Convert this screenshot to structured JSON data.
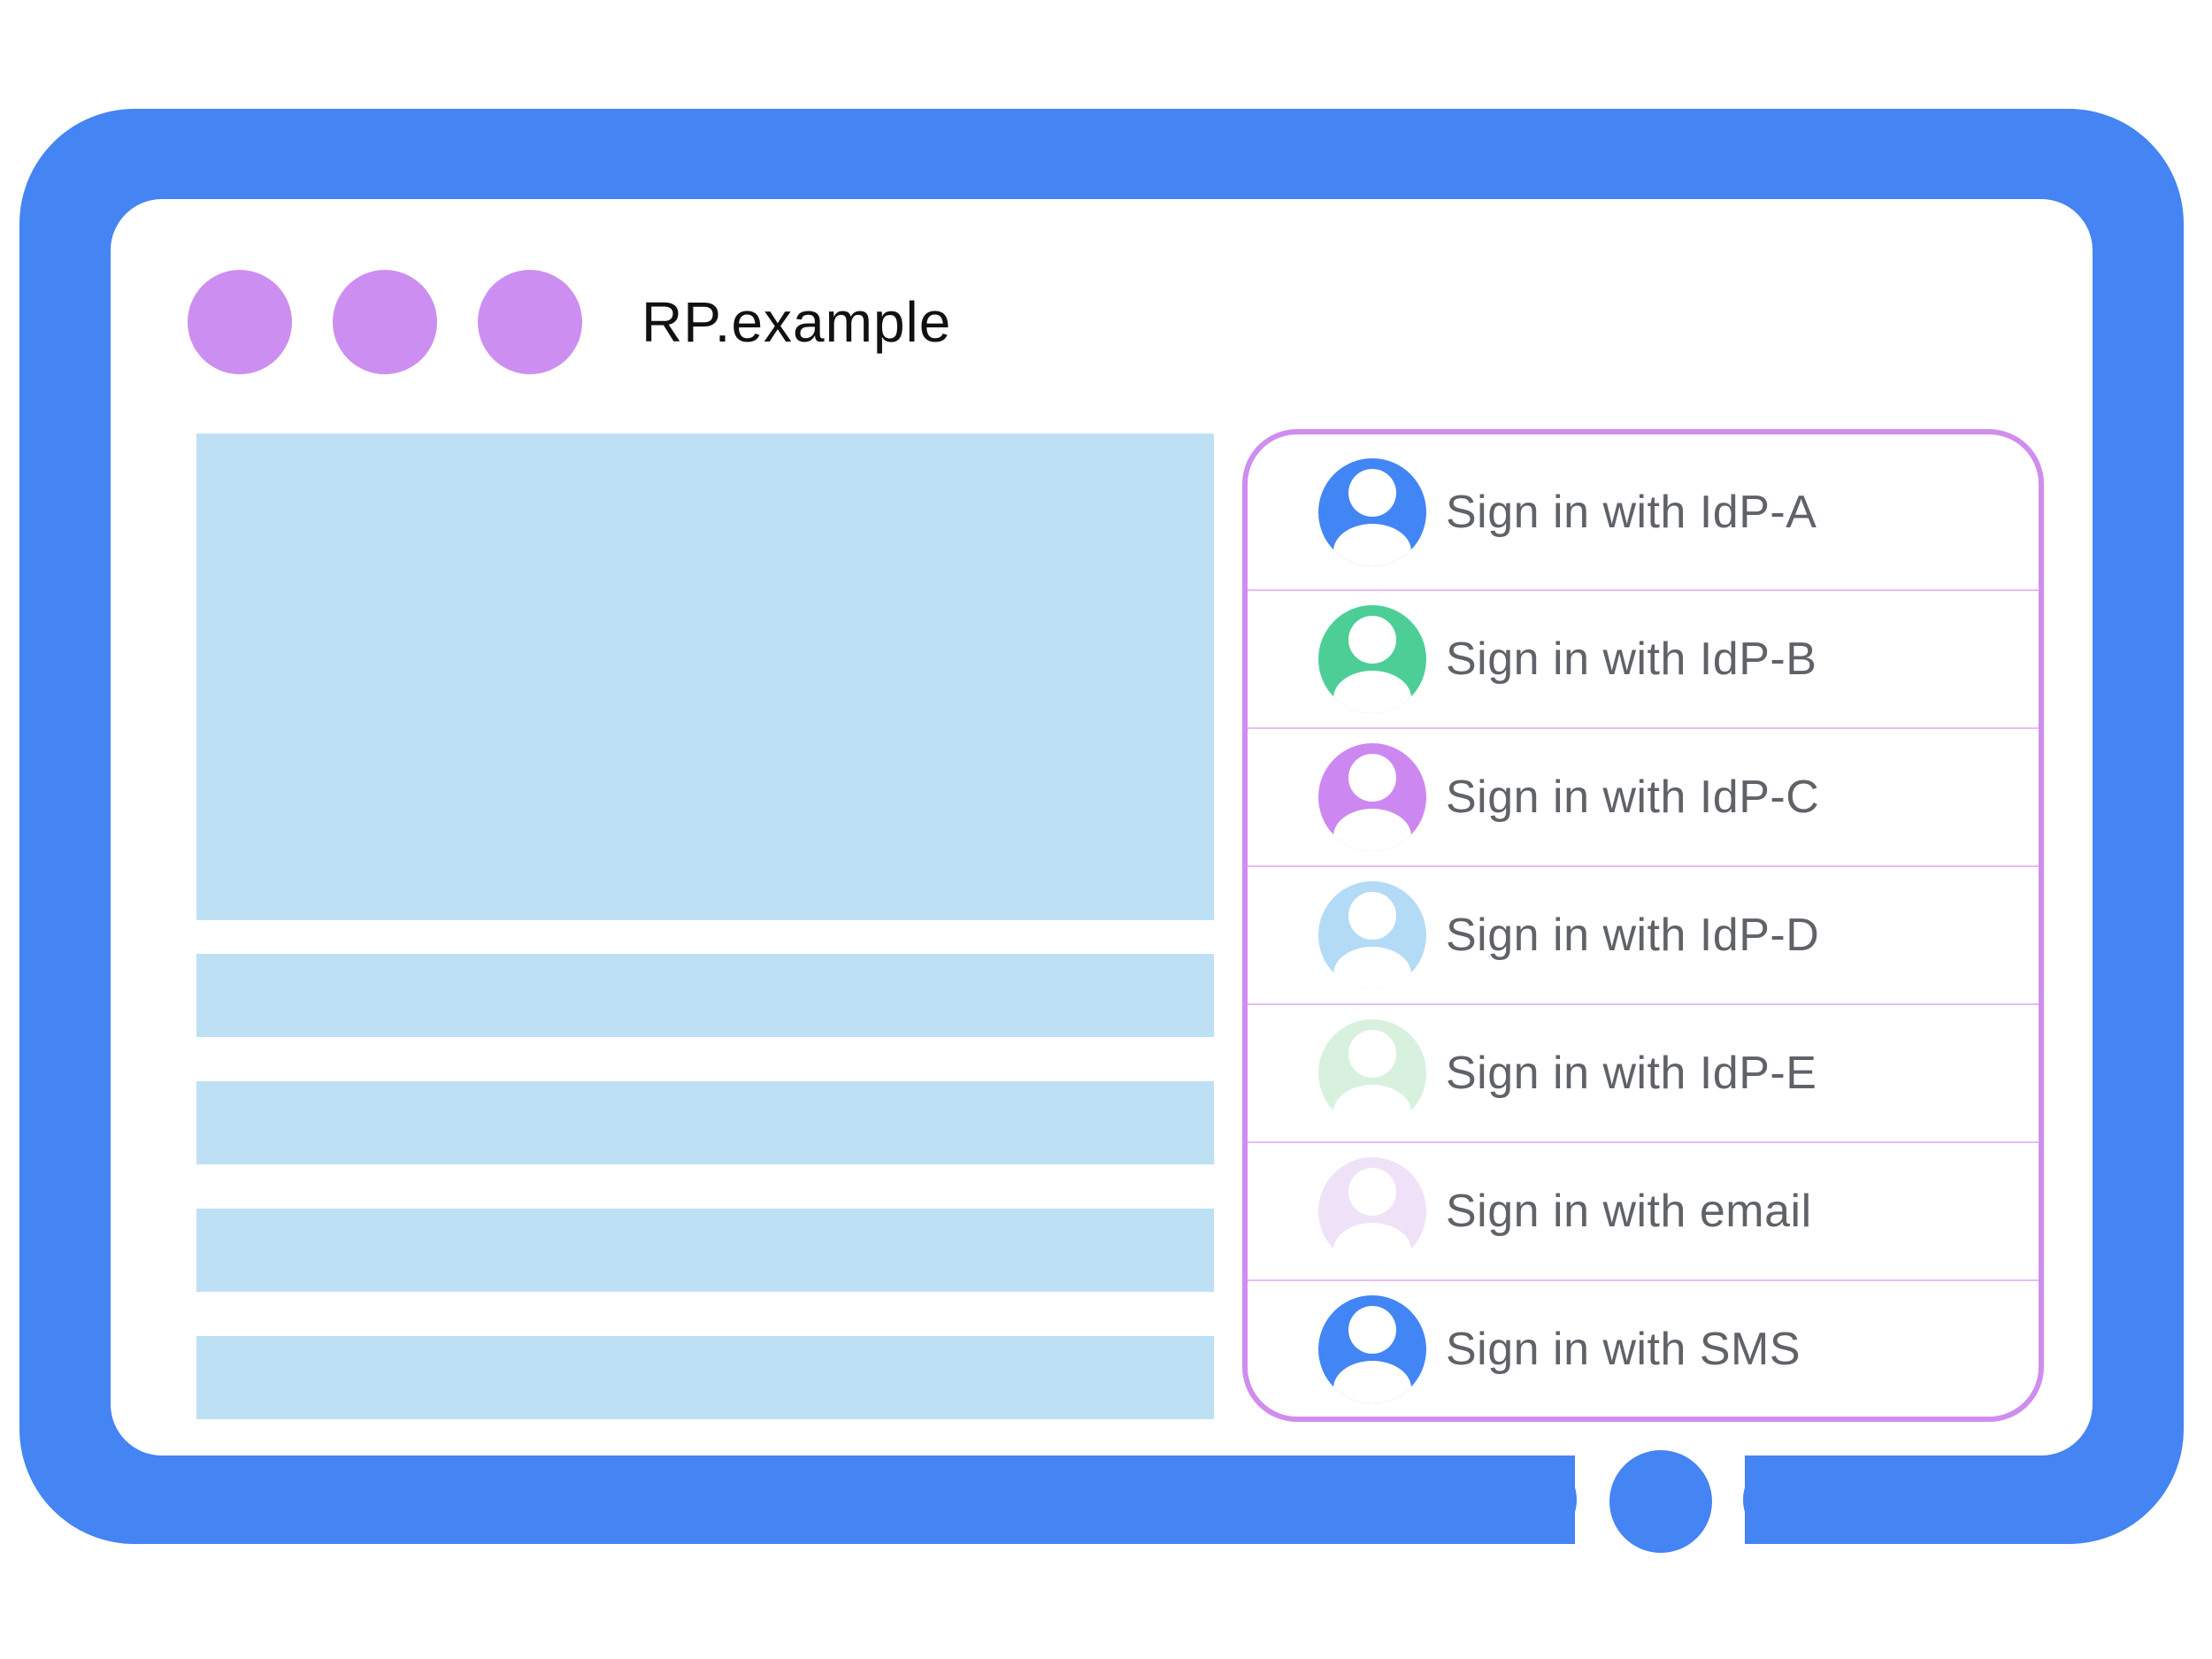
{
  "colors": {
    "frame_blue": "#4484F3",
    "window_dot_purple": "#CD8EF2",
    "placeholder_blue": "#BEE0F5",
    "dialog_border_purple": "#CF8DEF",
    "divider_purple": "#E9BCF5",
    "label_gray": "#5F6368",
    "title_black": "#111111",
    "avatar_glyph_white": "#FFFFFF"
  },
  "browser": {
    "title": "RP.example",
    "window_button_count": 3
  },
  "content_placeholders": {
    "hero_blocks": 1,
    "text_bars": 4
  },
  "signin_dialog": {
    "options": [
      {
        "id": "idp-a",
        "label": "Sign in with IdP-A",
        "avatar_color": "#4285F4"
      },
      {
        "id": "idp-b",
        "label": "Sign in with IdP-B",
        "avatar_color": "#4CCE96"
      },
      {
        "id": "idp-c",
        "label": "Sign in with IdP-C",
        "avatar_color": "#CD87F1"
      },
      {
        "id": "idp-d",
        "label": "Sign in with IdP-D",
        "avatar_color": "#B3DBF6"
      },
      {
        "id": "idp-e",
        "label": "Sign in with IdP-E",
        "avatar_color": "#D8F1DE"
      },
      {
        "id": "email",
        "label": "Sign in with email",
        "avatar_color": "#EFE2F8"
      },
      {
        "id": "sms",
        "label": "Sign in with SMS",
        "avatar_color": "#4285F4"
      }
    ]
  }
}
